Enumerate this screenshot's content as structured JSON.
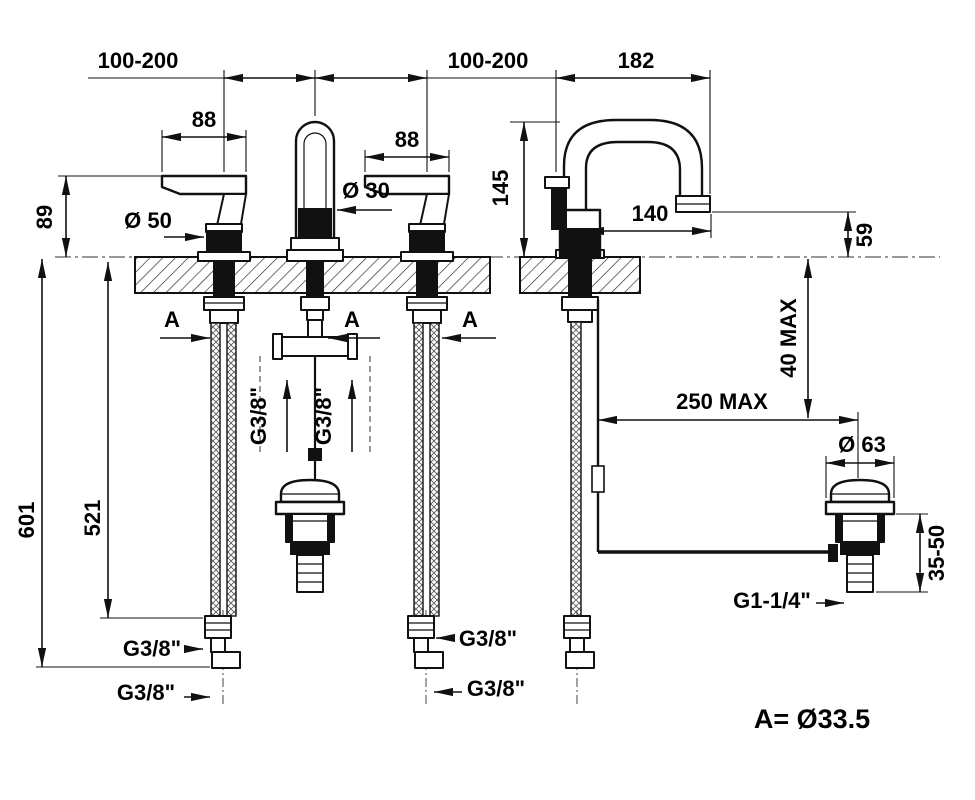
{
  "drawing": {
    "front_view": {
      "dim_spread_left": "100-200",
      "dim_spread_right": "100-200",
      "dim_handle_width_left": "88",
      "dim_handle_width_right": "88",
      "dim_handle_height": "89",
      "dim_handle_diameter": "Ø 50",
      "dim_spout_diameter": "Ø 30",
      "dim_total_height": "601",
      "dim_hose_height": "521",
      "hole_label_left": "A",
      "hole_label_center": "A",
      "hole_label_right": "A",
      "thread_tee_left": "G3/8\"",
      "thread_tee_right": "G3/8\"",
      "thread_left_upper": "G3/8\"",
      "thread_left_lower": "G3/8\"",
      "thread_right_upper": "G3/8\"",
      "thread_right_lower": "G3/8\""
    },
    "side_view": {
      "dim_spout_span": "182",
      "dim_spout_height": "145",
      "dim_spout_reach": "140",
      "dim_outlet_height": "59",
      "dim_deck_thickness_max": "40 MAX",
      "dim_popup_rod_max": "250 MAX",
      "dim_drain_diameter": "Ø 63",
      "dim_drain_height_range": "35-50",
      "thread_drain": "G1-1/4\""
    },
    "note_hole_diameter": "A= Ø33.5"
  }
}
